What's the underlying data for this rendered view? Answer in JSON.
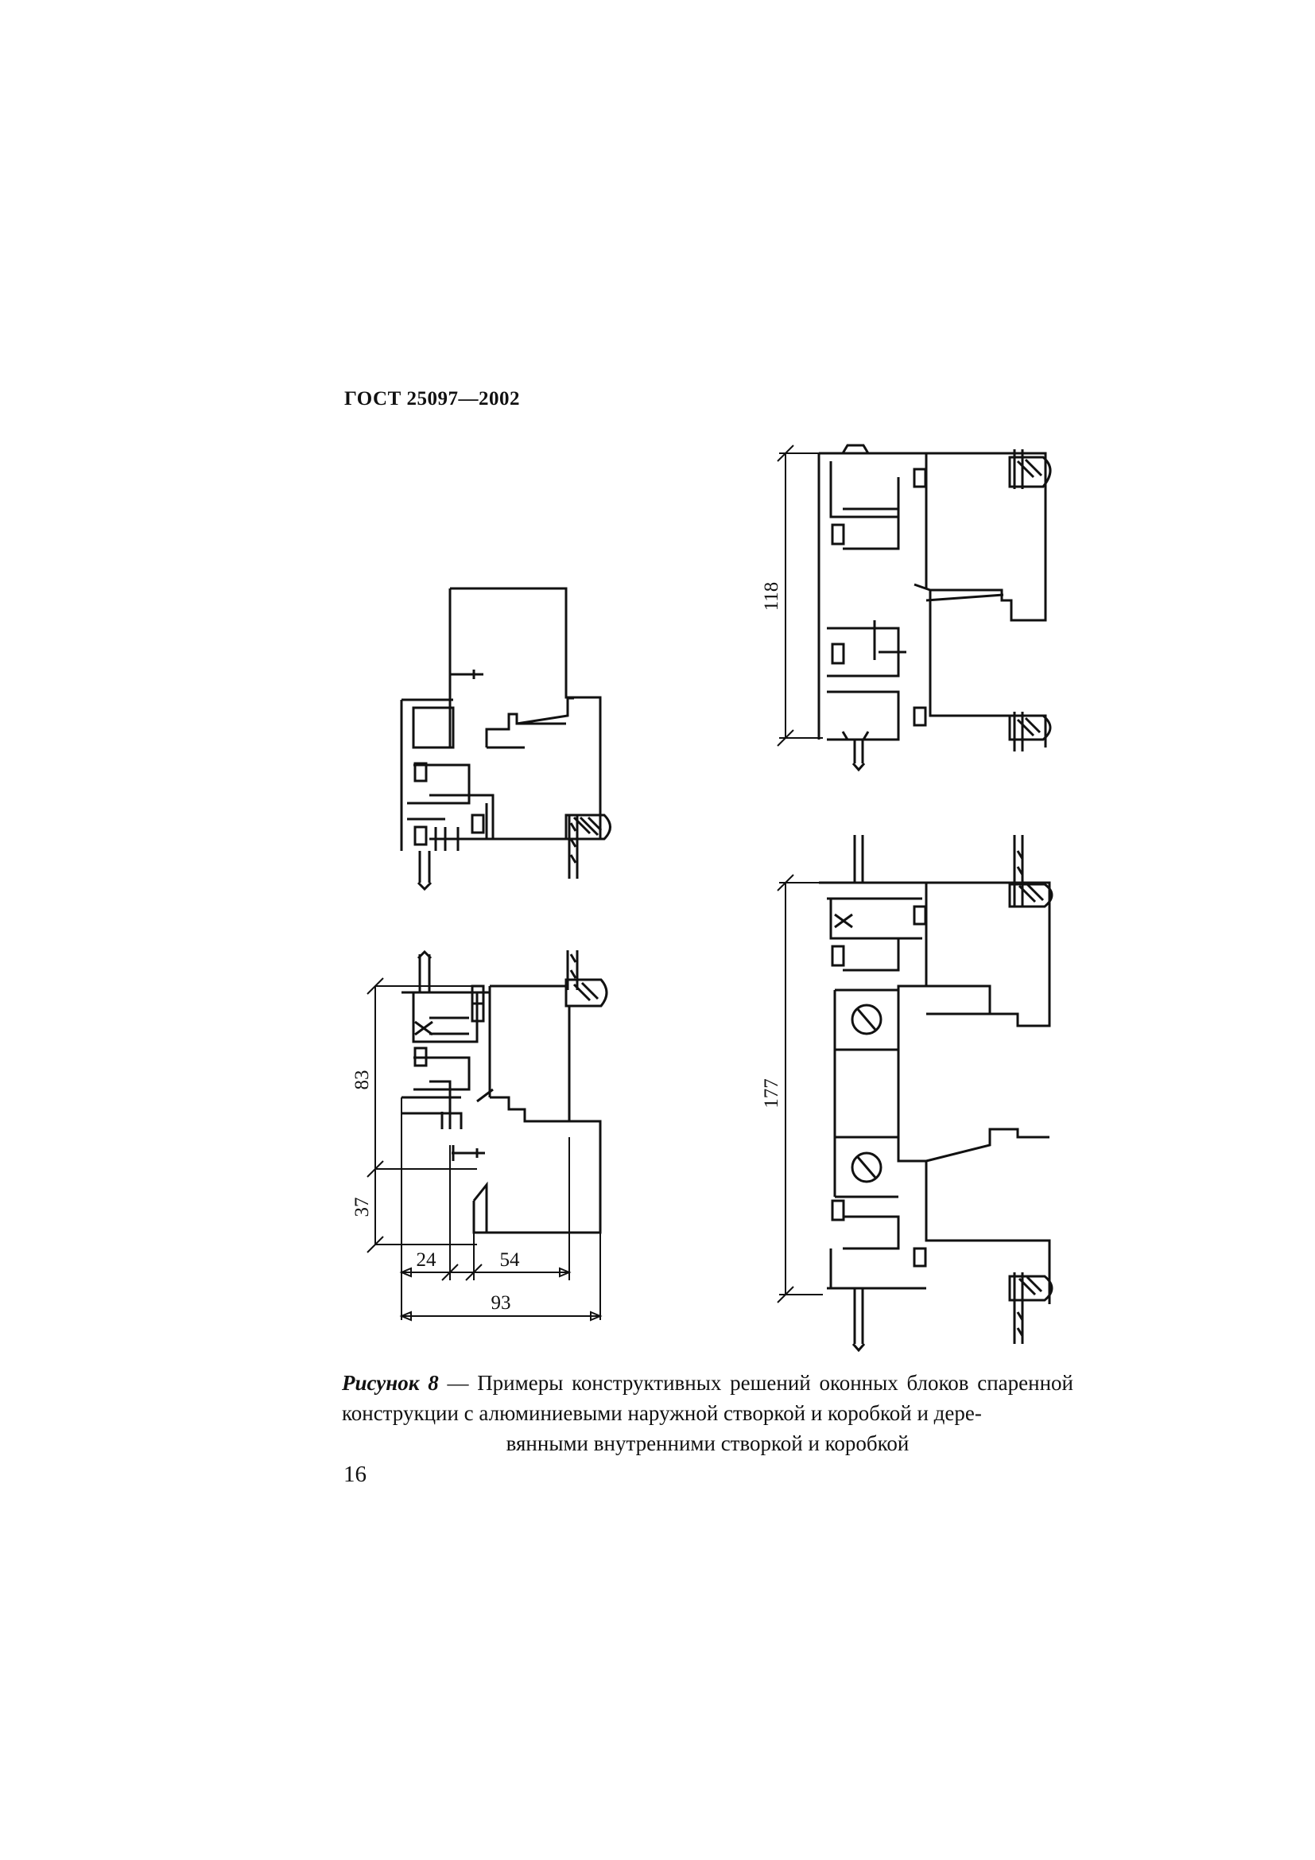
{
  "header": {
    "doc_code": "ГОСТ 25097—2002"
  },
  "figure": {
    "dimensions": {
      "d118": "118",
      "d177": "177",
      "d83": "83",
      "d37": "37",
      "d24": "24",
      "d54": "54",
      "d93": "93"
    }
  },
  "caption": {
    "label": "Рисунок 8",
    "dash": " — ",
    "text": "Примеры конструктивных решений оконных блоков спаренной конструкции с алюминиевыми наружной створкой и коробкой и дере-",
    "tail": "вянными внутренними створкой и коробкой"
  },
  "footer": {
    "page_number": "16"
  }
}
